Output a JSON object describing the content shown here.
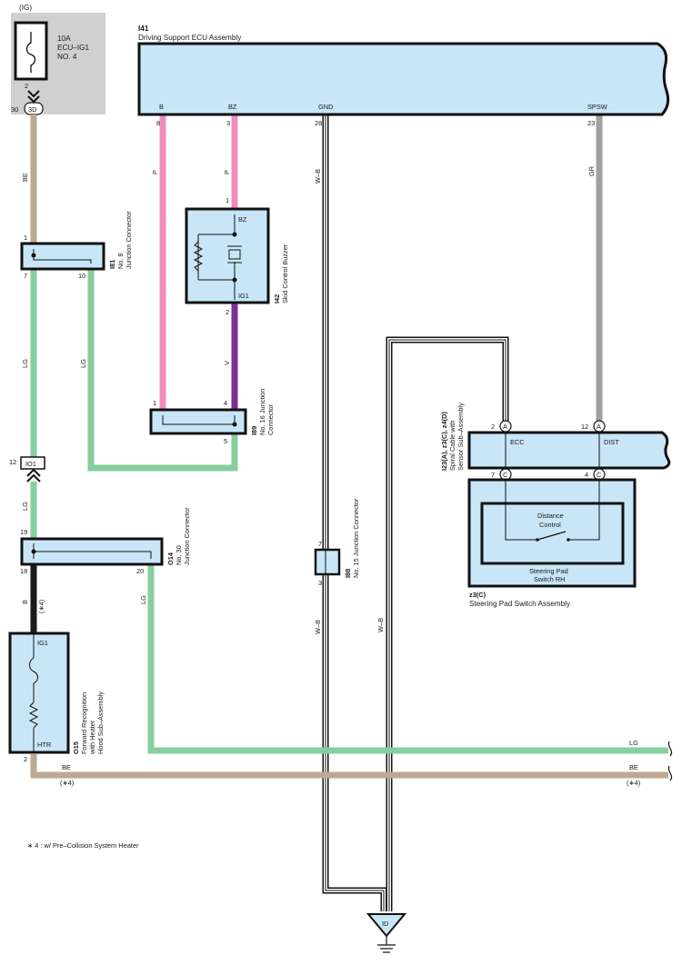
{
  "power": {
    "source": "(IG)",
    "fuse_rating": "10A",
    "fuse_name_line1": "ECU–IG1",
    "fuse_name_line2": "NO. 4",
    "fuse_pin": "2",
    "connector_pin": "30",
    "connector_id": "3D"
  },
  "wires": {
    "BE": "BE",
    "P": "P",
    "WB": "W–B",
    "GR": "GR",
    "LG": "LG",
    "V": "V",
    "B": "B"
  },
  "i41": {
    "code": "I41",
    "name": "Driving Support ECU Assembly",
    "terminals": [
      "B",
      "BZ",
      "GND",
      "SPSW"
    ],
    "pins": [
      "8",
      "3",
      "28",
      "23"
    ]
  },
  "i81": {
    "code": "I81",
    "line1": "No. 8",
    "line2": "Junction Connector",
    "pins": [
      "1",
      "7",
      "10"
    ]
  },
  "i42": {
    "code": "I42",
    "name": "Skid Control Buzzer",
    "top_pin": "1",
    "top_label": "BZ",
    "bottom_label": "IG1",
    "bottom_pin": "2"
  },
  "i89": {
    "code": "I89",
    "line1": "No. 16 Junction",
    "line2": "Connector",
    "pins": [
      "1",
      "4",
      "5"
    ]
  },
  "io1": {
    "label": "IO1",
    "pin": "12"
  },
  "o14": {
    "code": "O14",
    "line1": "No. 30",
    "line2": "Junction Connector",
    "pins": [
      "19",
      "18",
      "20"
    ]
  },
  "i88": {
    "code": "I88",
    "line1": "No. 15 Junction Connector",
    "pins": [
      "7",
      "3"
    ]
  },
  "spiral": {
    "codes": "I23(A), z3(C), z4(D)",
    "line1": "Spiral Cable with",
    "line2": "Sensor Sub–Assembly",
    "ecc": "ECC",
    "dist": "DIST",
    "pin_a_left": "2",
    "pin_a_right": "12",
    "badge_a": "A",
    "pin_c_left": "7",
    "pin_c_right": "4",
    "badge_c": "C"
  },
  "steering": {
    "switch_line1": "Distance",
    "switch_line2": "Control",
    "pad_line1": "Steering Pad",
    "pad_line2": "Switch RH",
    "code": "z3(C)",
    "name": "Steering Pad Switch Assembly"
  },
  "o15": {
    "code": "O15",
    "line1": "Forward Recognition",
    "line2": "with Heater",
    "line3": "Hood Sub–Assembly",
    "ig1": "IG1",
    "htr": "HTR",
    "pin": "2"
  },
  "notes": {
    "mark": "(∗4)",
    "footnote": "∗ 4 : w/ Pre–Collision System Heater"
  },
  "ground": {
    "label": "ID"
  },
  "colors": {
    "body_fill": "#c8e6f7",
    "gray_box": "#d0d0d0",
    "wire_BE": "#bda992",
    "wire_P": "#f08cbd",
    "wire_LG": "#86cf9e",
    "wire_V": "#7a3296",
    "wire_GR": "#a0a0a0",
    "wire_B": "#1a1a1a"
  }
}
